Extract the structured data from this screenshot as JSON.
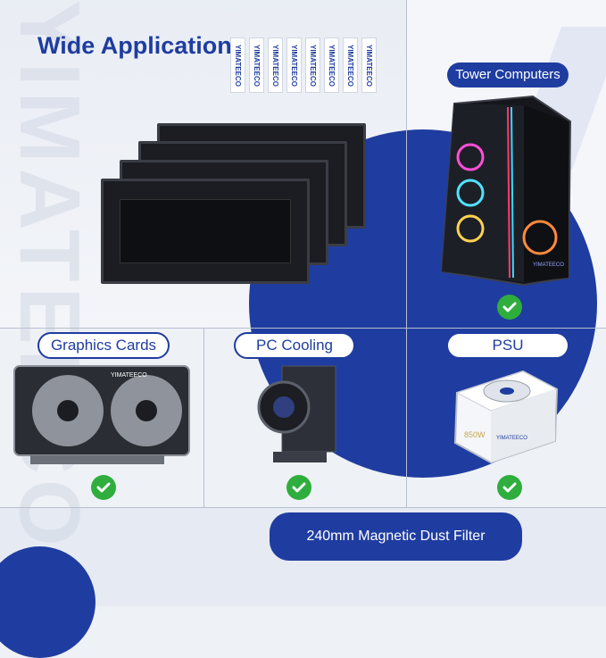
{
  "title": "Wide Application",
  "brand_tags": [
    "YIMATEECO",
    "YIMATEECO",
    "YIMATEECO",
    "YIMATEECO",
    "YIMATEECO",
    "YIMATEECO",
    "YIMATEECO",
    "YIMATEECO"
  ],
  "watermark": "YIMATEECO",
  "tower": {
    "label": "Tower Computers",
    "brand": "YIMATEECO"
  },
  "gpu": {
    "label": "Graphics Cards",
    "brand": "YIMATEECO"
  },
  "cooling": {
    "label": "PC Cooling"
  },
  "psu": {
    "label": "PSU",
    "wattage": "850W",
    "brand": "YIMATEECO"
  },
  "banner": "240mm Magnetic Dust Filter",
  "colors": {
    "brand_blue": "#1f3da0",
    "check_green": "#2fae3d",
    "background": "#eef1f6"
  },
  "icons": [
    "check-icon"
  ]
}
